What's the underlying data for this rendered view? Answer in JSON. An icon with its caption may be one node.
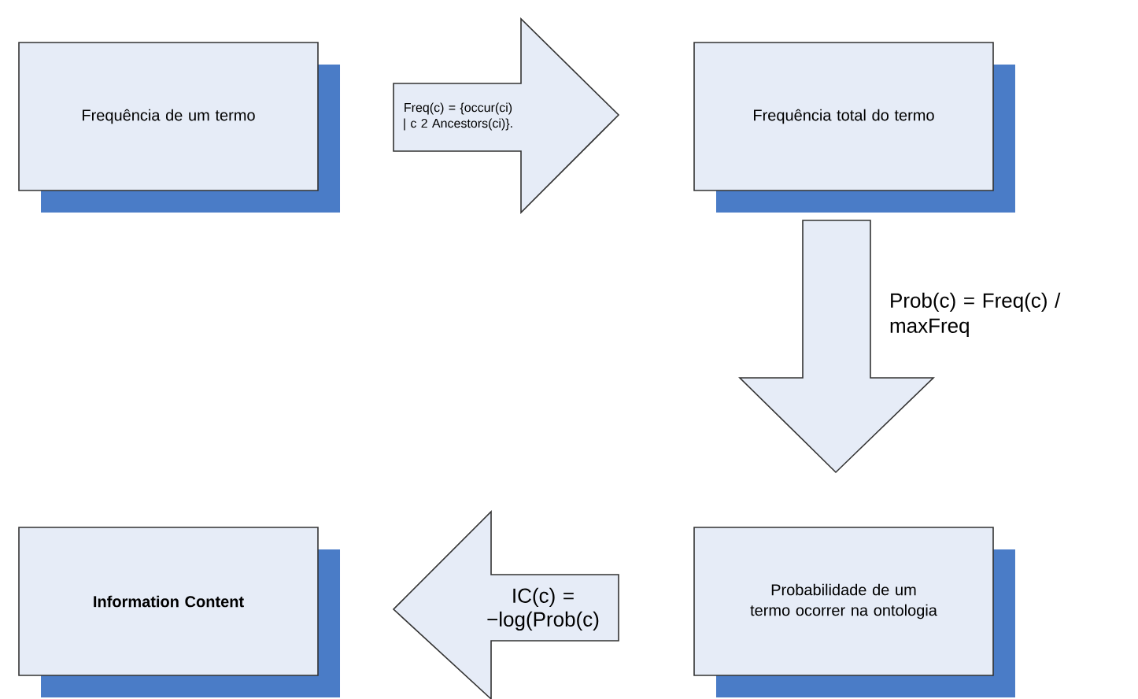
{
  "diagram": {
    "nodes": [
      {
        "text": [
          "Frequência de um termo"
        ]
      },
      {
        "text": [
          "Frequência total do termo"
        ]
      },
      {
        "text": [
          "Probabilidade de um termo ocorrer na ontologia"
        ]
      },
      {
        "text": [
          "Information Content"
        ]
      }
    ],
    "edges": [
      {
        "from": 0,
        "to": 1,
        "arrow": "to",
        "label": "Freq(c) = {occur(ci) | c 2 Ancestors(ci)}."
      },
      {
        "from": 1,
        "to": 2,
        "arrow": "to",
        "label": "Prob(c) = Freq(c) / maxFreq"
      },
      {
        "from": 2,
        "to": 3,
        "arrow": "to",
        "label": "IC(c) = −log(Prob(c)"
      }
    ]
  }
}
